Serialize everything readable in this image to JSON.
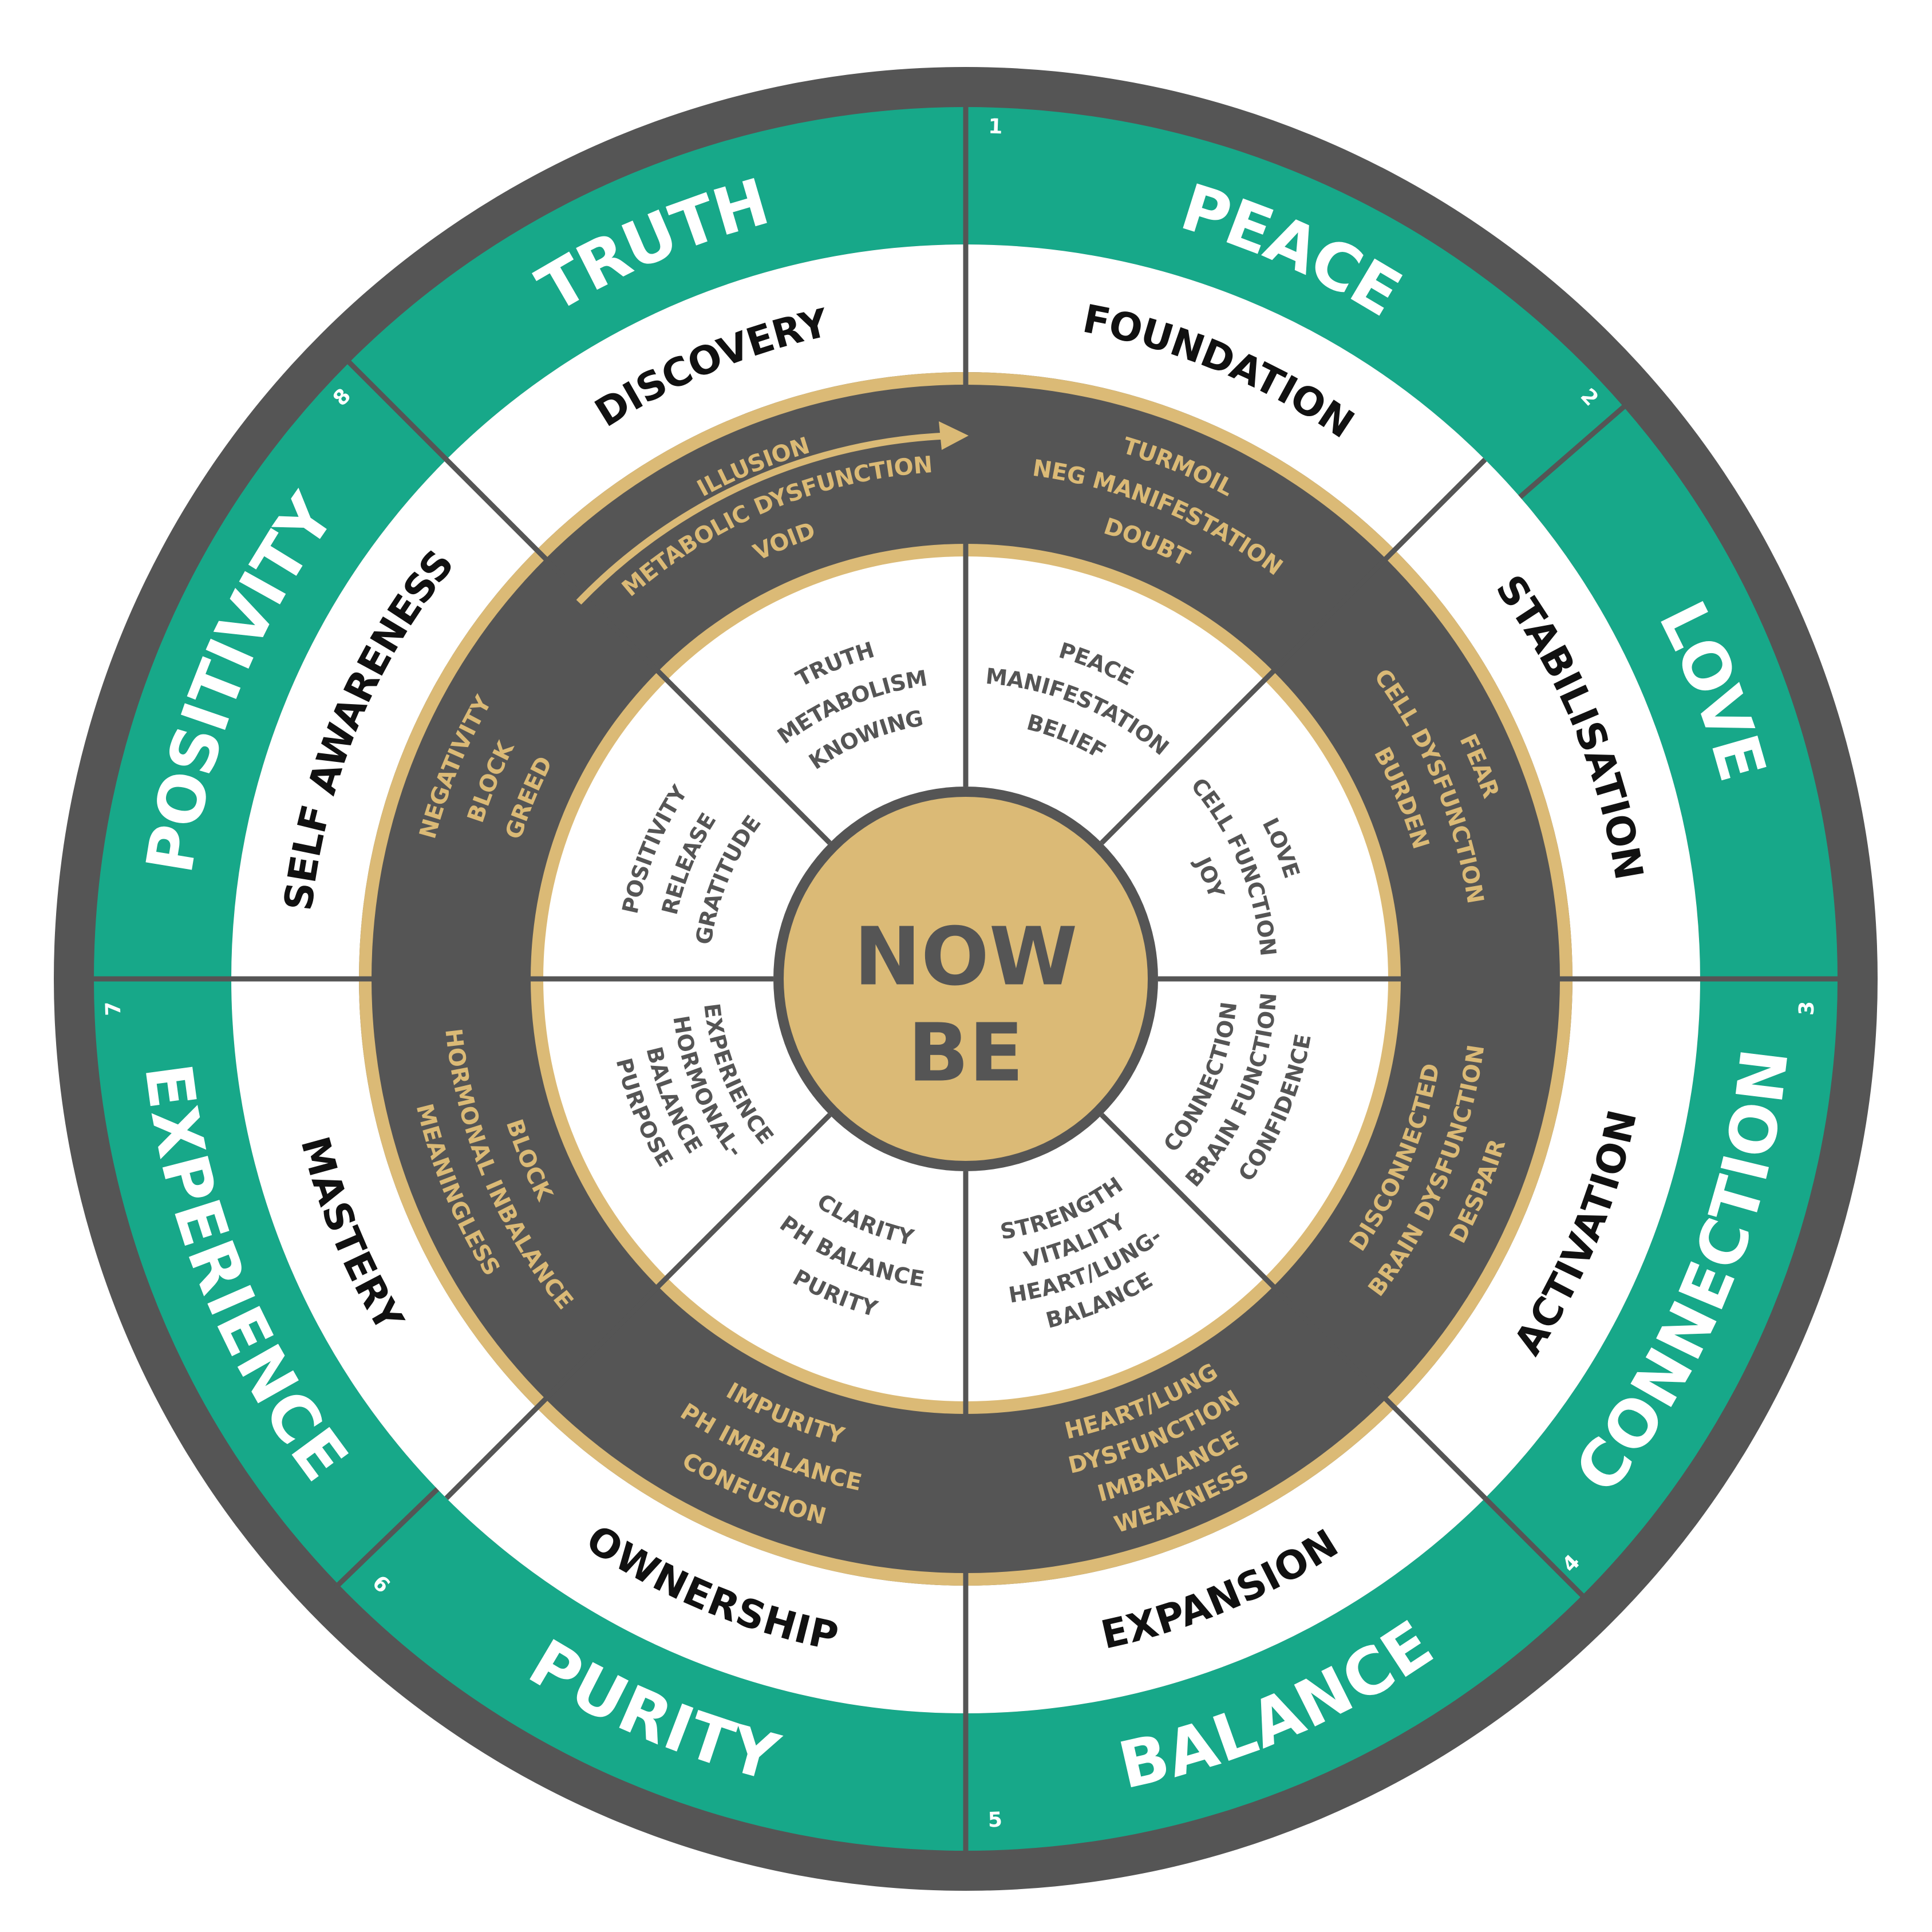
{
  "center": {
    "line1": "NOW",
    "line2": "BE"
  },
  "colors": {
    "dark": "#555555",
    "teal": "#17a889",
    "gold": "#dbba76",
    "white": "#ffffff",
    "black": "#111111",
    "inner_text": "#555555"
  },
  "segments": [
    {
      "number": "1",
      "value": "PEACE",
      "stage": "FOUNDATION",
      "shadow": [
        "TURMOIL",
        "NEG MANIFESTATION",
        "DOUBT"
      ],
      "light": [
        "PEACE",
        "MANIFESTATION",
        "BELIEF"
      ]
    },
    {
      "number": "2",
      "value": "LOVE",
      "stage": "STABILISATION",
      "shadow": [
        "FEAR",
        "CELL DYSFUNCTION",
        "BURDEN"
      ],
      "light": [
        "LOVE",
        "CELL FUNCTION",
        "JOY"
      ]
    },
    {
      "number": "3",
      "value": "CONNECTION",
      "stage": "ACTIVATION",
      "shadow": [
        "DISCONNECTED",
        "BRAIN DYSFUNCTION",
        "DESPAIR"
      ],
      "light": [
        "CONNECTION",
        "BRAIN FUNCTION",
        "CONFIDENCE"
      ]
    },
    {
      "number": "4",
      "value": "BALANCE",
      "stage": "EXPANSION",
      "shadow": [
        "HEART/LUNG",
        "DYSFUNCTION",
        "IMBALANCE",
        "WEAKNESS"
      ],
      "light": [
        "STRENGTH",
        "VITALITY",
        "HEART/LUNG-",
        "BALANCE"
      ]
    },
    {
      "number": "5",
      "value": "PURITY",
      "stage": "OWNERSHIP",
      "shadow": [
        "IMPURITY",
        "PH IMBALANCE",
        "CONFUSION"
      ],
      "light": [
        "CLARITY",
        "PH BALANCE",
        "PURITY"
      ]
    },
    {
      "number": "6",
      "value": "EXPERIENCE",
      "stage": "MASTERY",
      "shadow": [
        "BLOCK",
        "HORMONAL INBALANCE",
        "MEANINGLESS"
      ],
      "light": [
        "EXPERIENCE",
        "HORMONAL-",
        "BALANCE",
        "PURPOSE"
      ]
    },
    {
      "number": "7",
      "value": "POSITIVITY",
      "stage": "SELF AWARENESS",
      "shadow": [
        "NEGATIVITY",
        "BLOCK",
        "GREED"
      ],
      "light": [
        "POSITIVITY",
        "RELEASE",
        "GRATITUDE"
      ]
    },
    {
      "number": "8",
      "value": "TRUTH",
      "stage": "DISCOVERY",
      "shadow": [
        "ILLUSION",
        "METABOLIC DYSFUNCTION",
        "VOID"
      ],
      "light": [
        "TRUTH",
        "METABOLISM",
        "KNOWING"
      ]
    }
  ]
}
